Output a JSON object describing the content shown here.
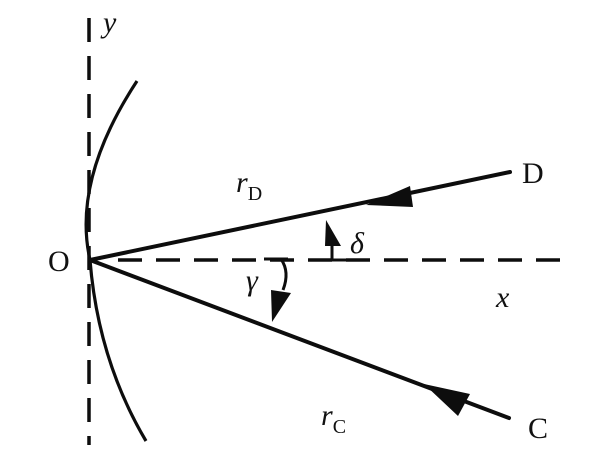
{
  "diagram": {
    "description": "Geometry of two rays from origin O toward points D and C, with angles measured from the x-axis",
    "axes": {
      "x_label": "x",
      "y_label": "y"
    },
    "origin_label": "O",
    "rays": [
      {
        "end_label": "D",
        "radius_symbol": "r",
        "radius_subscript": "D",
        "angle_symbol": "δ",
        "angle_side": "above x-axis",
        "direction": "toward O"
      },
      {
        "end_label": "C",
        "radius_symbol": "r",
        "radius_subscript": "C",
        "angle_symbol": "γ",
        "angle_side": "below x-axis",
        "direction": "toward O"
      }
    ],
    "curve": "circular arc through O, concave toward positive x",
    "colors": {
      "ink": "#0d0d0d",
      "background": "#ffffff"
    }
  }
}
